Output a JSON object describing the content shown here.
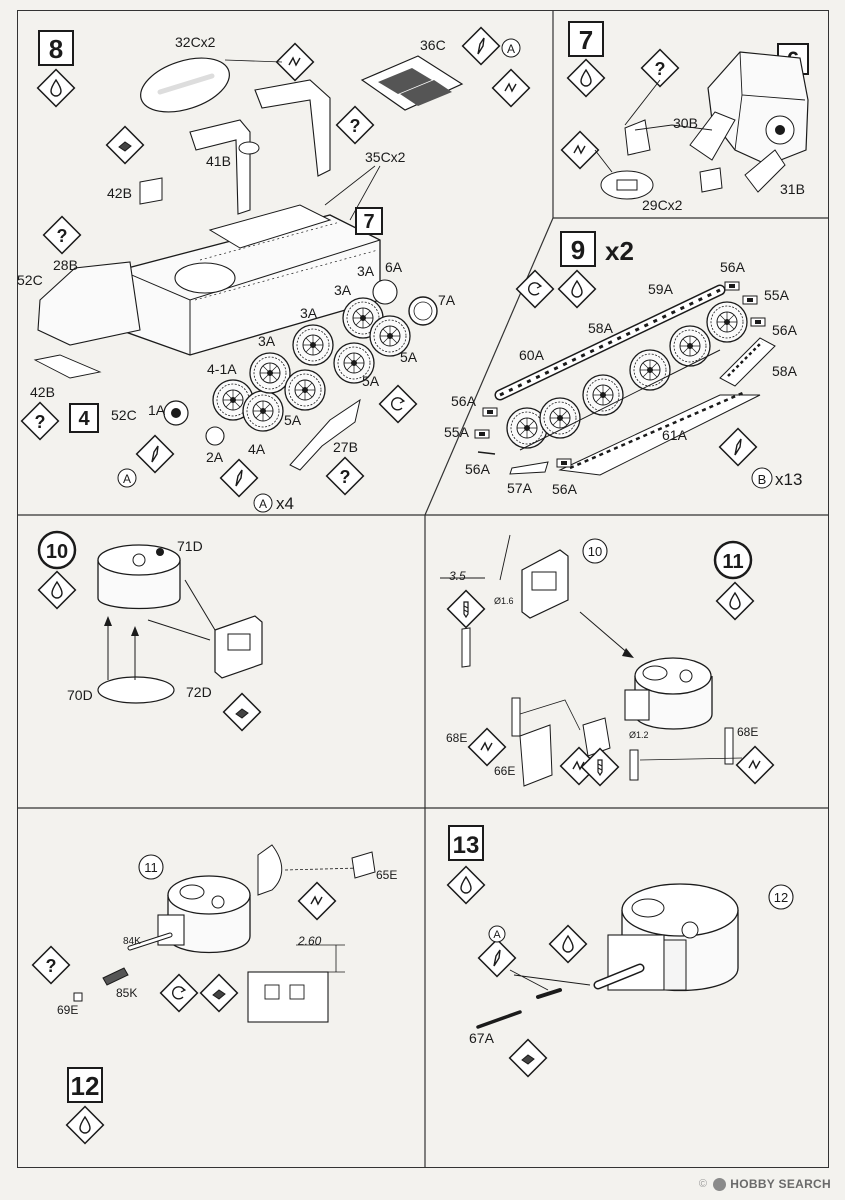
{
  "watermark": "©",
  "brand": "HOBBY SEARCH",
  "steps": {
    "s7": "7",
    "s6": "6",
    "s8": "8",
    "s9": "9",
    "s9mult": "x2",
    "s10": "10",
    "s11": "11",
    "s12": "12",
    "s13": "13",
    "s4": "4"
  },
  "symbols": {
    "unknown": "?"
  },
  "parts": {
    "p30B": "30B",
    "p29Cx2": "29Cx2",
    "p31B": "31B",
    "p32Cx2": "32Cx2",
    "p36C": "36C",
    "p41B": "41B",
    "p35Cx2": "35Cx2",
    "p42B_top": "42B",
    "p28B": "28B",
    "p52C_top": "52C",
    "p42B_bot": "42B",
    "p52C_bot": "52C",
    "p1A": "1A",
    "p2A": "2A",
    "p4A": "4A",
    "p41A": "4-1A",
    "p3A_a": "3A",
    "p3A_b": "3A",
    "p3A_c": "3A",
    "p3A_d": "3A",
    "p5A_a": "5A",
    "p5A_b": "5A",
    "p5A_c": "5A",
    "p6A": "6A",
    "p7A": "7A",
    "p27B": "27B",
    "markA_1": "A",
    "markA_2": "A",
    "markA_3": "A",
    "ax4": "x4",
    "p56A_1": "56A",
    "p55A_1": "55A",
    "p56A_2": "56A",
    "p59A": "59A",
    "p58A_1": "58A",
    "p58A_2": "58A",
    "p60A": "60A",
    "p56A_3": "56A",
    "p55A_2": "55A",
    "p56A_4": "56A",
    "p57A": "57A",
    "p56A_5": "56A",
    "p61A": "61A",
    "markB": "B",
    "bx13": "x13",
    "p71D": "71D",
    "p70D": "70D",
    "p72D": "72D",
    "c10": "10",
    "dim35": "3.5",
    "dia16": "Ø1.6",
    "dia12": "Ø1.2",
    "p68E_l": "68E",
    "p68E_r": "68E",
    "p66E": "66E",
    "c11": "11",
    "p65E": "65E",
    "p84K": "84K",
    "p85K": "85K",
    "p69E": "69E",
    "dim260": "2.60",
    "c12": "12",
    "p67A": "67A"
  }
}
